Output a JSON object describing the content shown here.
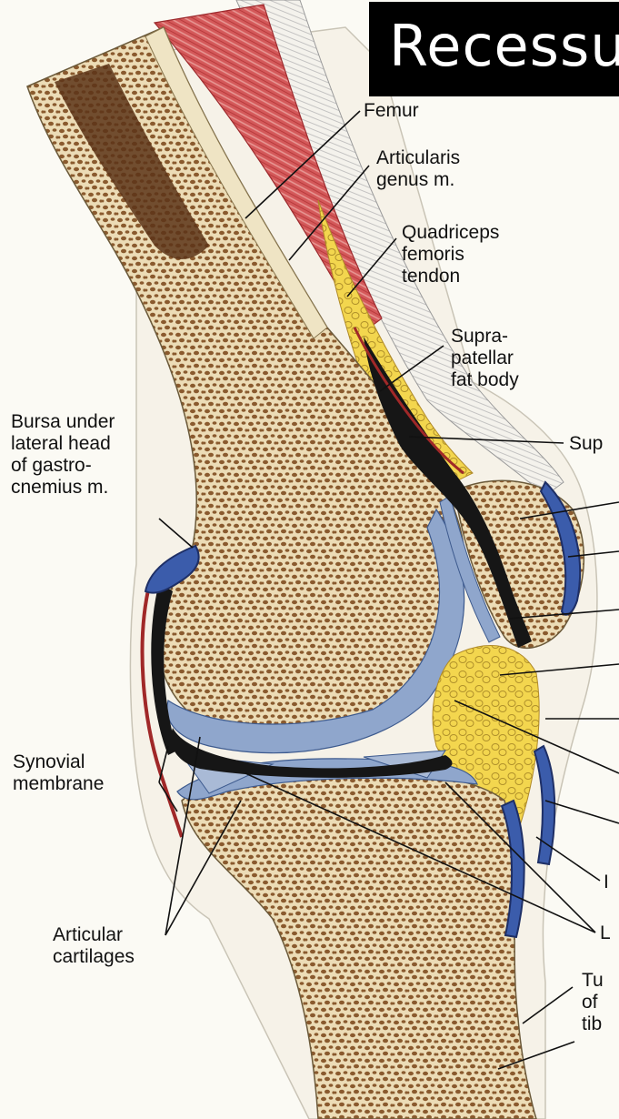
{
  "title": "Recessu",
  "labels": {
    "femur": "Femur",
    "articularis": "Articularis\ngenus m.",
    "quadriceps": "Quadriceps\nfemoris\ntendon",
    "suprapatellar_fat": "Supra-\npatellar\nfat body",
    "bursa": "Bursa under\nlateral head\nof gastro-\ncnemius m.",
    "supra_cut": "Sup",
    "synovial": "Synovial\nmembrane",
    "articular_cartilages": "Articular\ncartilages",
    "cut_i": "I",
    "cut_l": "L",
    "tuberosity_cut": "Tu\nof\ntib"
  },
  "colors": {
    "bone": "#ede0bd",
    "marrow_dot": "#8a5a2e",
    "cartilage": "#8fa6cc",
    "muscle": "#c9484a",
    "fat": "#f0d24a",
    "bursa": "#2f4a8a",
    "synovial": "#a02828",
    "cavity": "#161616"
  }
}
